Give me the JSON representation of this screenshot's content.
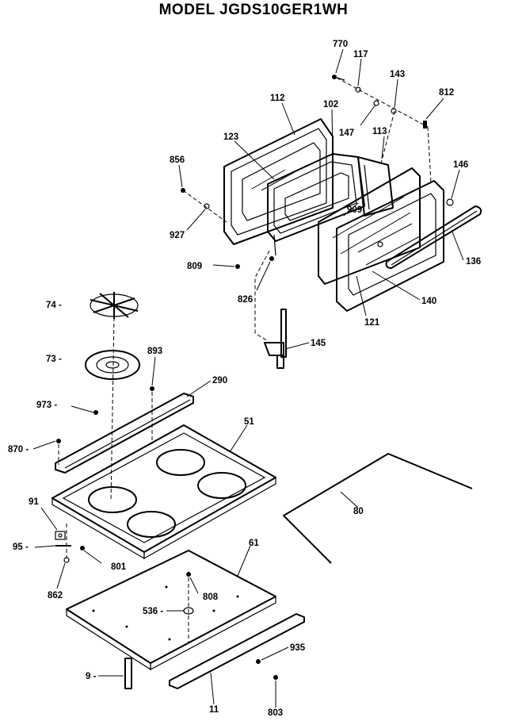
{
  "title": "MODEL JGDS10GER1WH",
  "labels": {
    "p770": "770",
    "p117": "117",
    "p143": "143",
    "p812": "812",
    "p112": "112",
    "p102": "102",
    "p147": "147",
    "p113": "113",
    "p123": "123",
    "p856": "856",
    "p146": "146",
    "p927": "927",
    "p909a": "909",
    "p136": "136",
    "p809": "809",
    "p826": "826",
    "p140": "140",
    "p121": "121",
    "p145": "145",
    "p74": "74 -",
    "p73": "73 -",
    "p893": "893",
    "p290": "290",
    "p973": "973 -",
    "p51": "51",
    "p870": "870 -",
    "p91": "91",
    "p80": "80",
    "p95": "95 -",
    "p801": "801",
    "p61": "61",
    "p862": "862",
    "p808": "808",
    "p536": "536 -",
    "p935": "935",
    "p9": "9 -",
    "p11": "11",
    "p803": "803"
  }
}
